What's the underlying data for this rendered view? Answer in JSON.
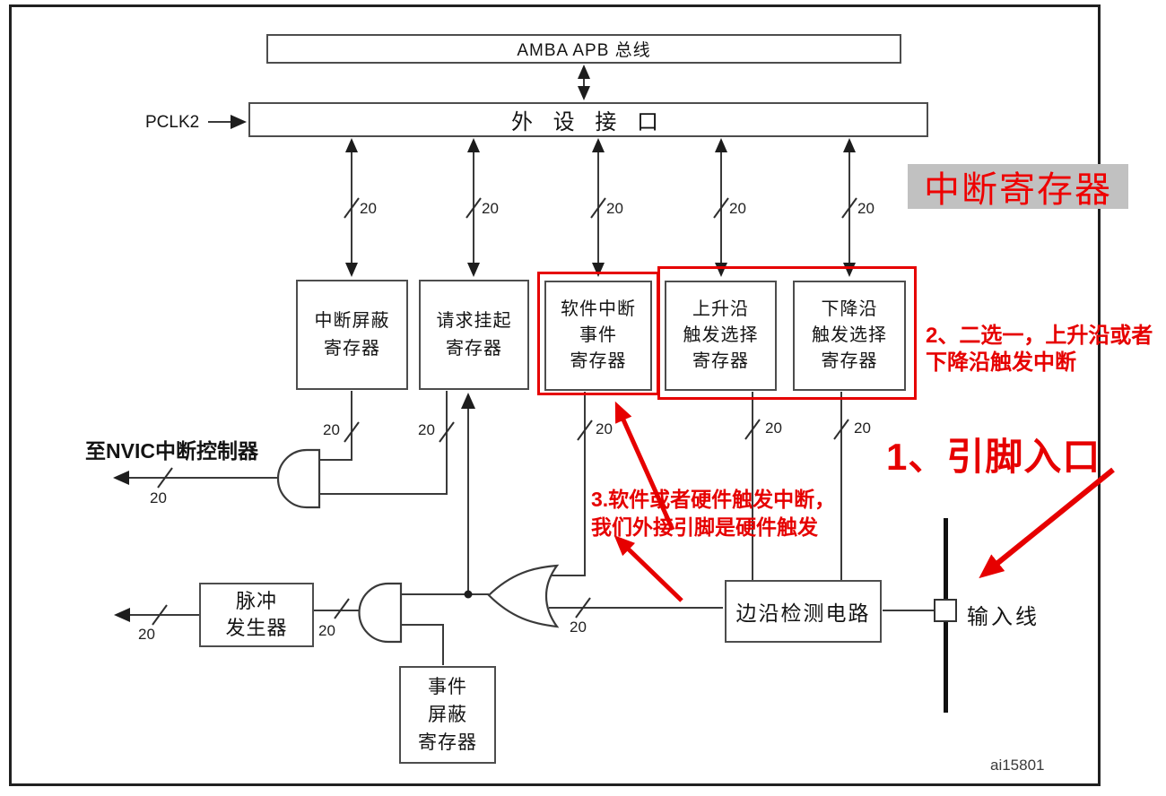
{
  "boxes": {
    "amba": "AMBA APB 总线",
    "periph": "外 设 接 口",
    "reg_mask": [
      "中断屏蔽",
      "寄存器"
    ],
    "reg_pending": [
      "请求挂起",
      "寄存器"
    ],
    "reg_swier": [
      "软件中断",
      "事件",
      "寄存器"
    ],
    "reg_rising": [
      "上升沿",
      "触发选择",
      "寄存器"
    ],
    "reg_falling": [
      "下降沿",
      "触发选择",
      "寄存器"
    ],
    "pulse_gen": [
      "脉冲",
      "发生器"
    ],
    "event_mask": [
      "事件",
      "屏蔽",
      "寄存器"
    ],
    "edge_detect": "边沿检测电路"
  },
  "labels": {
    "pclk2": "PCLK2",
    "to_nvic": "至NVIC中断控制器",
    "input_line": "输入线",
    "bus20": "20",
    "figure_id": "ai15801"
  },
  "annotations": {
    "title": "中断寄存器",
    "note1": "1、引脚入口",
    "note2": [
      "2、二选一，上升沿或者",
      "下降沿触发中断"
    ],
    "note3": [
      "3.软件或者硬件触发中断，",
      "我们外接引脚是硬件触发"
    ]
  },
  "colors": {
    "red": "#e60000",
    "titlered": "#ee0000",
    "hl": "#c1c1c1",
    "ink": "#1a1a1a"
  }
}
